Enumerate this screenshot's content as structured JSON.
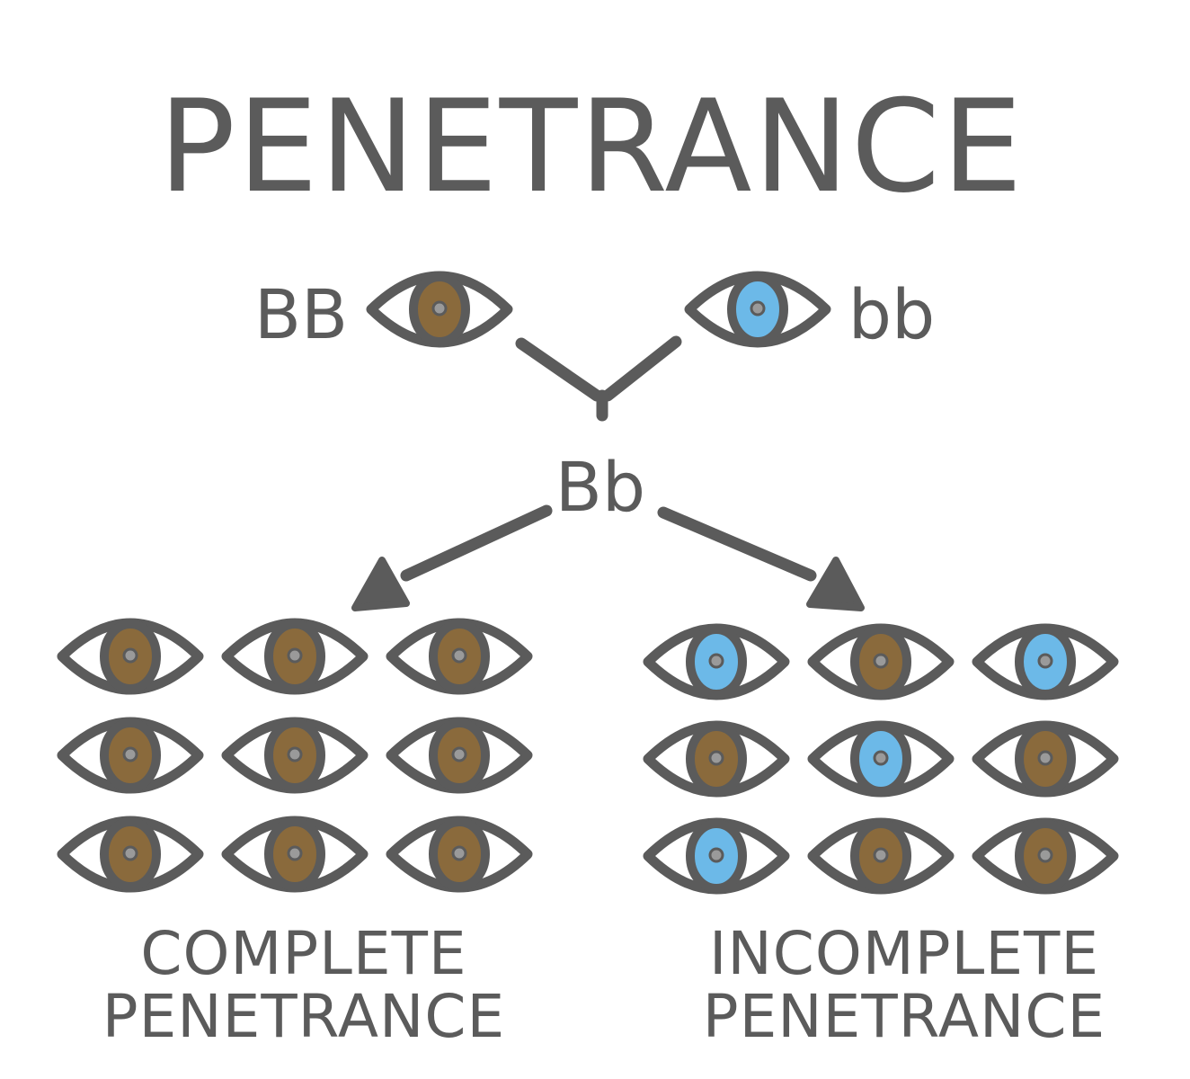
{
  "title": "PENETRANCE",
  "parents": {
    "left": {
      "genotype": "BB",
      "eye_color": "brown"
    },
    "right": {
      "genotype": "bb",
      "eye_color": "blue"
    }
  },
  "offspring_genotype": "Bb",
  "groups": {
    "complete": {
      "caption_line1": "COMPLETE",
      "caption_line2": "PENETRANCE",
      "eyes": [
        [
          "brown",
          "brown",
          "brown"
        ],
        [
          "brown",
          "brown",
          "brown"
        ],
        [
          "brown",
          "brown",
          "brown"
        ]
      ]
    },
    "incomplete": {
      "caption_line1": "INCOMPLETE",
      "caption_line2": "PENETRANCE",
      "eyes": [
        [
          "blue",
          "brown",
          "blue"
        ],
        [
          "brown",
          "blue",
          "brown"
        ],
        [
          "blue",
          "brown",
          "brown"
        ]
      ]
    }
  },
  "colors": {
    "ink": "#5b5b5b",
    "brown": "#8a6a3c",
    "blue": "#6cb9e8",
    "pupil": "#9a9a9a"
  }
}
